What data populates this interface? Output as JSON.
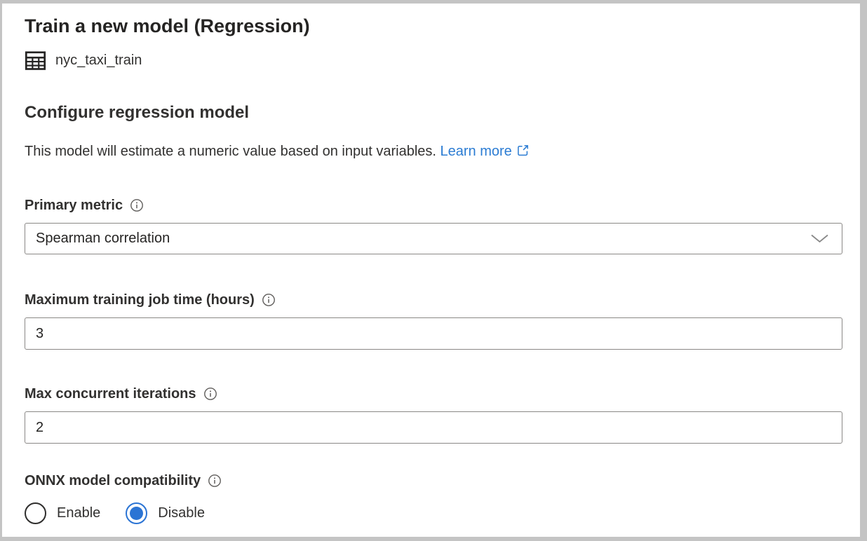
{
  "colors": {
    "accent_blue": "#2b74d4",
    "link_blue": "#2b7cd3",
    "text_dark": "#252423",
    "input_border": "#8a8886",
    "frame_gray": "#c4c4c4"
  },
  "header": {
    "title": "Train a new model (Regression)",
    "dataset": {
      "icon": "table-grid-icon",
      "name": "nyc_taxi_train"
    }
  },
  "section": {
    "heading": "Configure regression model",
    "description": "This model will estimate a numeric value based on input variables.",
    "learn_more": {
      "label": "Learn more",
      "icon": "external-link-icon"
    }
  },
  "form": {
    "primary_metric": {
      "label": "Primary metric",
      "info_icon": "info-icon",
      "selected_value": "Spearman correlation",
      "control": "dropdown"
    },
    "max_training_hours": {
      "label": "Maximum training job time (hours)",
      "info_icon": "info-icon",
      "value": "3",
      "control": "text-input"
    },
    "max_concurrent_iterations": {
      "label": "Max concurrent iterations",
      "info_icon": "info-icon",
      "value": "2",
      "control": "text-input"
    },
    "onnx_compatibility": {
      "label": "ONNX model compatibility",
      "info_icon": "info-icon",
      "control": "radio-group",
      "options": [
        {
          "label": "Enable",
          "selected": false
        },
        {
          "label": "Disable",
          "selected": true
        }
      ]
    }
  }
}
